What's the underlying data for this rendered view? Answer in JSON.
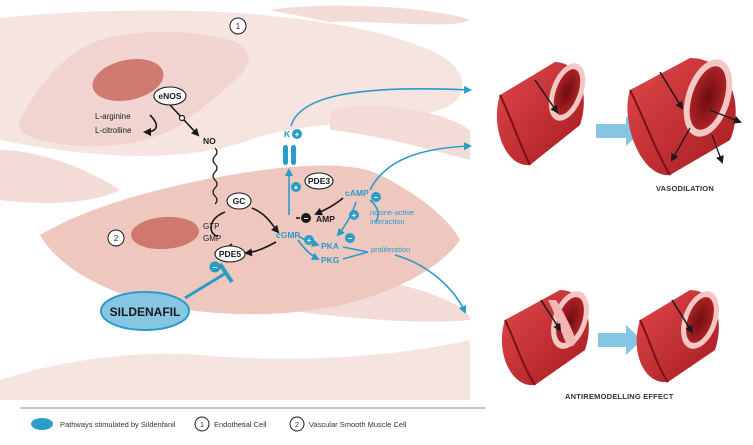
{
  "colors": {
    "pathway_blue": "#2a9cc8",
    "cell_fill": "#f5e2df",
    "smooth_muscle_fill": "#edc3bb",
    "nucleus_fill": "#c86a5f",
    "vessel_red": "#c8262b",
    "arrow_fill": "#86c6e3",
    "text_dark": "#1a1a1a"
  },
  "cell_markers": {
    "endothelial": "1",
    "smooth_muscle": "2"
  },
  "labels": {
    "enos": "eNOS",
    "l_arginine": "L-arginine",
    "l_citrolline": "L-citrolline",
    "no": "NO",
    "gc": "GC",
    "gtp": "GTP",
    "gmp": "GMP",
    "pde5": "PDE5",
    "pde3": "PDE3",
    "cgmp": "cGMP",
    "camp": "cAMP",
    "amp": "AMP",
    "pka": "PKA",
    "pkg": "PKG",
    "k": "K",
    "nosine_line1": "nosine-active",
    "nosine_line2": "interaction",
    "proliferation": "proliferation",
    "sildenafil": "SILDENAFIL",
    "plus": "+",
    "minus": "−"
  },
  "captions": {
    "vasodilation": "VASODILATION",
    "antiremodelling": "ANTIREMODELLING EFFECT"
  },
  "legend": {
    "pathways": "Pathways stimulated by Sildenfanil",
    "marker1": "1",
    "endothelial": "Endothetial Cell",
    "marker2": "2",
    "smooth_muscle": "Vascular Smooth Muscle Cell"
  },
  "icons": [
    "k-channel-icon",
    "right-arrow-icon",
    "vessel-illustration"
  ]
}
